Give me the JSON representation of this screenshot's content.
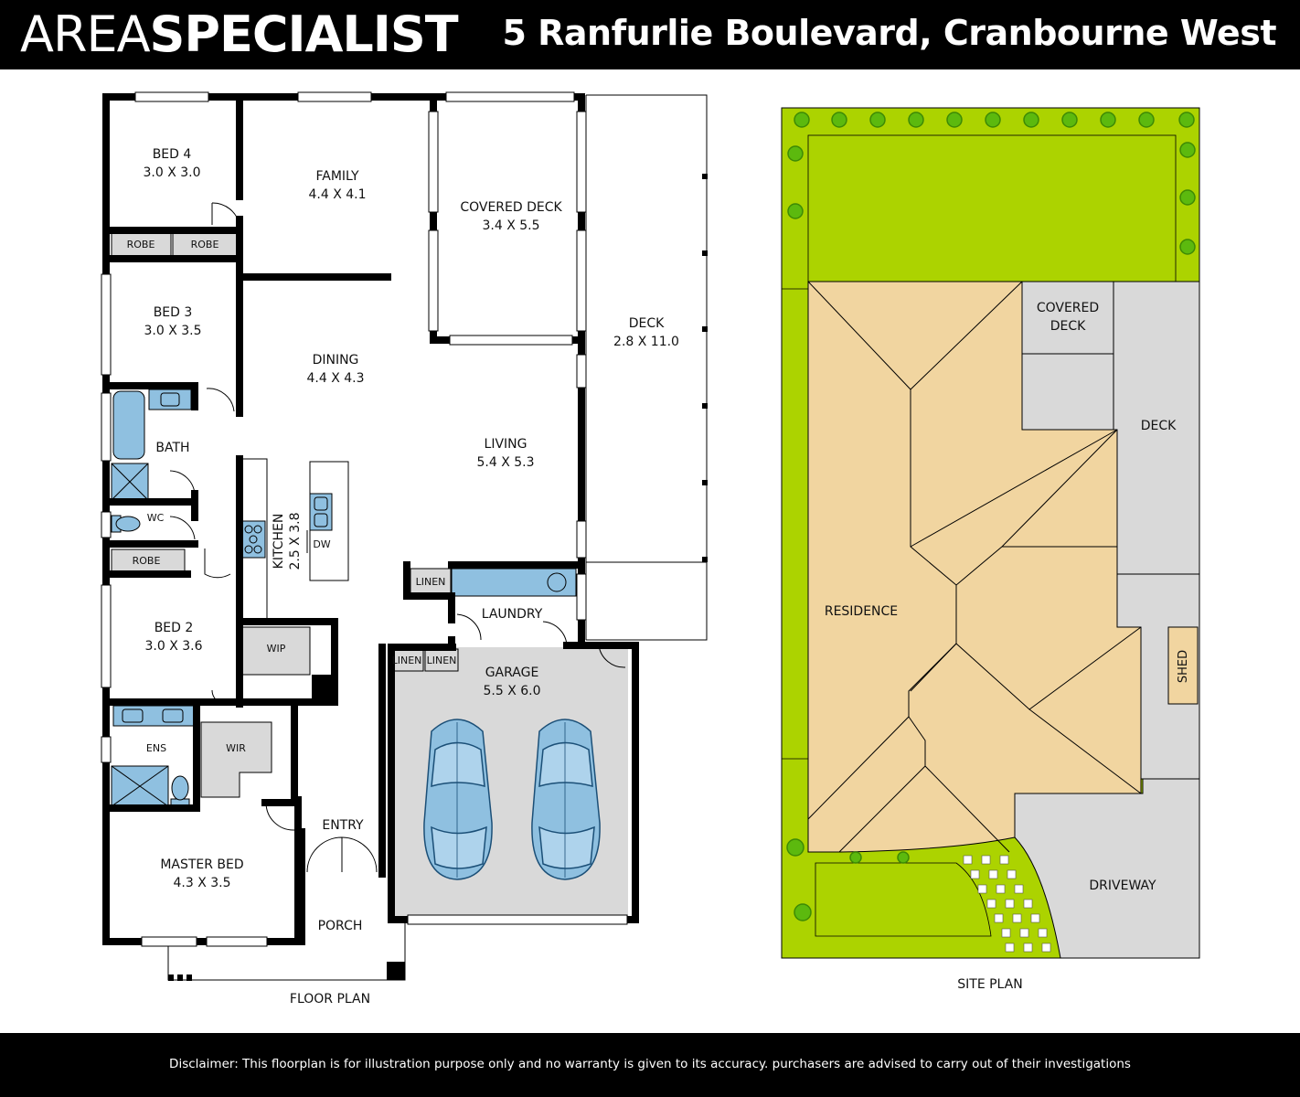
{
  "header": {
    "brand_light": "AREA",
    "brand_bold": "SPECIALIST",
    "address": "5 Ranfurlie Boulevard, Cranbourne West"
  },
  "floor_plan": {
    "caption": "FLOOR PLAN",
    "rooms": {
      "bed4": {
        "name": "BED 4",
        "size": "3.0 X 3.0"
      },
      "family": {
        "name": "FAMILY",
        "size": "4.4 X 4.1"
      },
      "covered_deck": {
        "name": "COVERED DECK",
        "size": "3.4 X 5.5"
      },
      "deck": {
        "name": "DECK",
        "size": "2.8 X 11.0"
      },
      "bed3": {
        "name": "BED 3",
        "size": "3.0 X 3.5"
      },
      "dining": {
        "name": "DINING",
        "size": "4.4 X 4.3"
      },
      "living": {
        "name": "LIVING",
        "size": "5.4 X 5.3"
      },
      "bath": {
        "name": "BATH"
      },
      "wc": {
        "name": "WC"
      },
      "kitchen": {
        "name": "KITCHEN",
        "size": "2.5 X 3.8"
      },
      "dw": {
        "name": "DW"
      },
      "bed2": {
        "name": "BED 2",
        "size": "3.0 X 3.6"
      },
      "wip": {
        "name": "WIP"
      },
      "laundry": {
        "name": "LAUNDRY"
      },
      "garage": {
        "name": "GARAGE",
        "size": "5.5 X 6.0"
      },
      "ens": {
        "name": "ENS"
      },
      "wir": {
        "name": "WIR"
      },
      "entry": {
        "name": "ENTRY"
      },
      "master": {
        "name": "MASTER BED",
        "size": "4.3 X 3.5"
      },
      "porch": {
        "name": "PORCH"
      },
      "robe": {
        "name": "ROBE"
      },
      "linen": {
        "name": "LINEN"
      }
    }
  },
  "site_plan": {
    "caption": "SITE PLAN",
    "labels": {
      "covered_deck_1": "COVERED",
      "covered_deck_2": "DECK",
      "deck": "DECK",
      "residence": "RESIDENCE",
      "shed": "SHED",
      "driveway": "DRIVEWAY"
    }
  },
  "colors": {
    "lawn": "#acd300",
    "roof": "#f1d5a0",
    "paving": "#d9d9d9",
    "fixture": "#8fc0e0",
    "garage": "#d9d9d9",
    "bar": "#000000"
  },
  "footer": {
    "disclaimer": "Disclaimer: This floorplan is for illustration purpose only and no warranty is given to its accuracy. purchasers are advised to carry out of their investigations"
  }
}
